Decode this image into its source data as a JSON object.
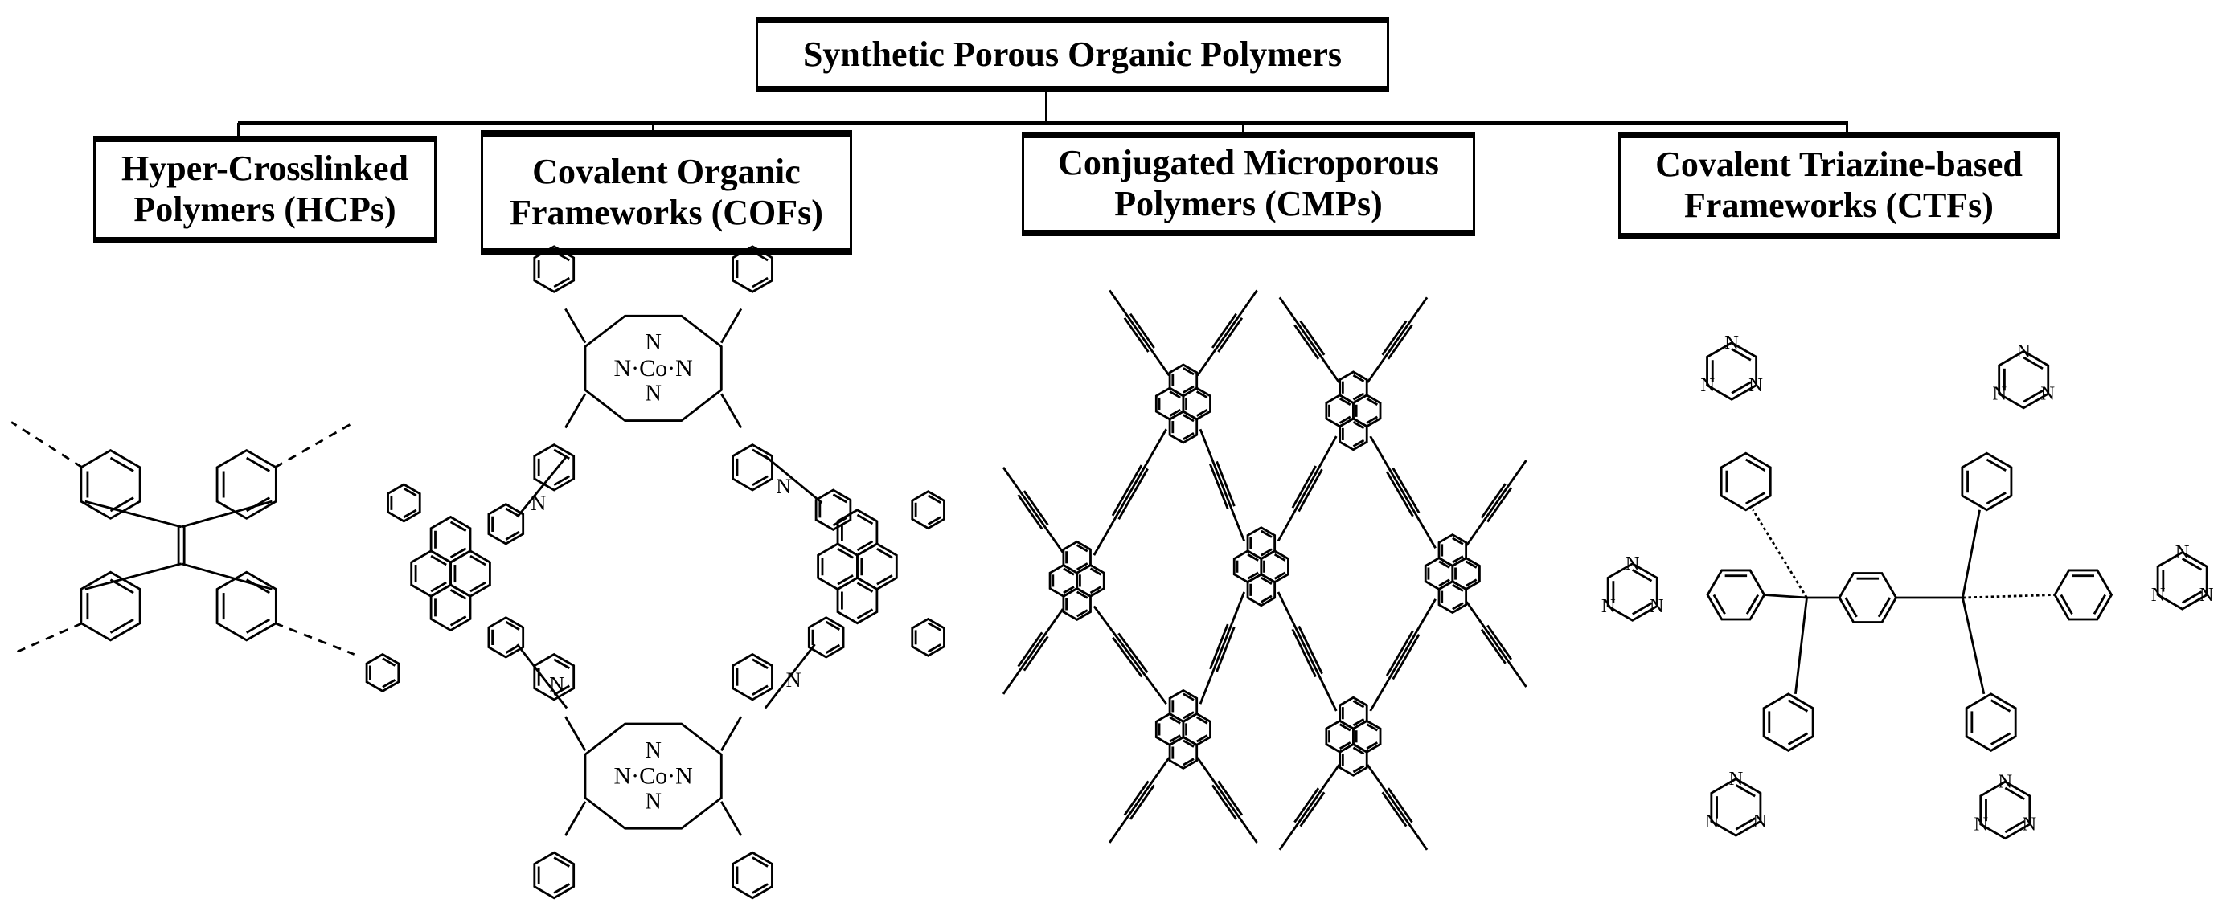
{
  "title": "Synthetic Porous Organic Polymers",
  "categories": [
    {
      "line1": "Hyper-Crosslinked",
      "line2": "Polymers (HCPs)"
    },
    {
      "line1": "Covalent Organic",
      "line2": "Frameworks (COFs)"
    },
    {
      "line1": "Conjugated Microporous",
      "line2": "Polymers (CMPs)"
    },
    {
      "line1": "Covalent Triazine-based",
      "line2": "Frameworks (CTFs)"
    }
  ],
  "atoms": {
    "N": "N",
    "Co": "Co",
    "center": "N·Co·N"
  }
}
